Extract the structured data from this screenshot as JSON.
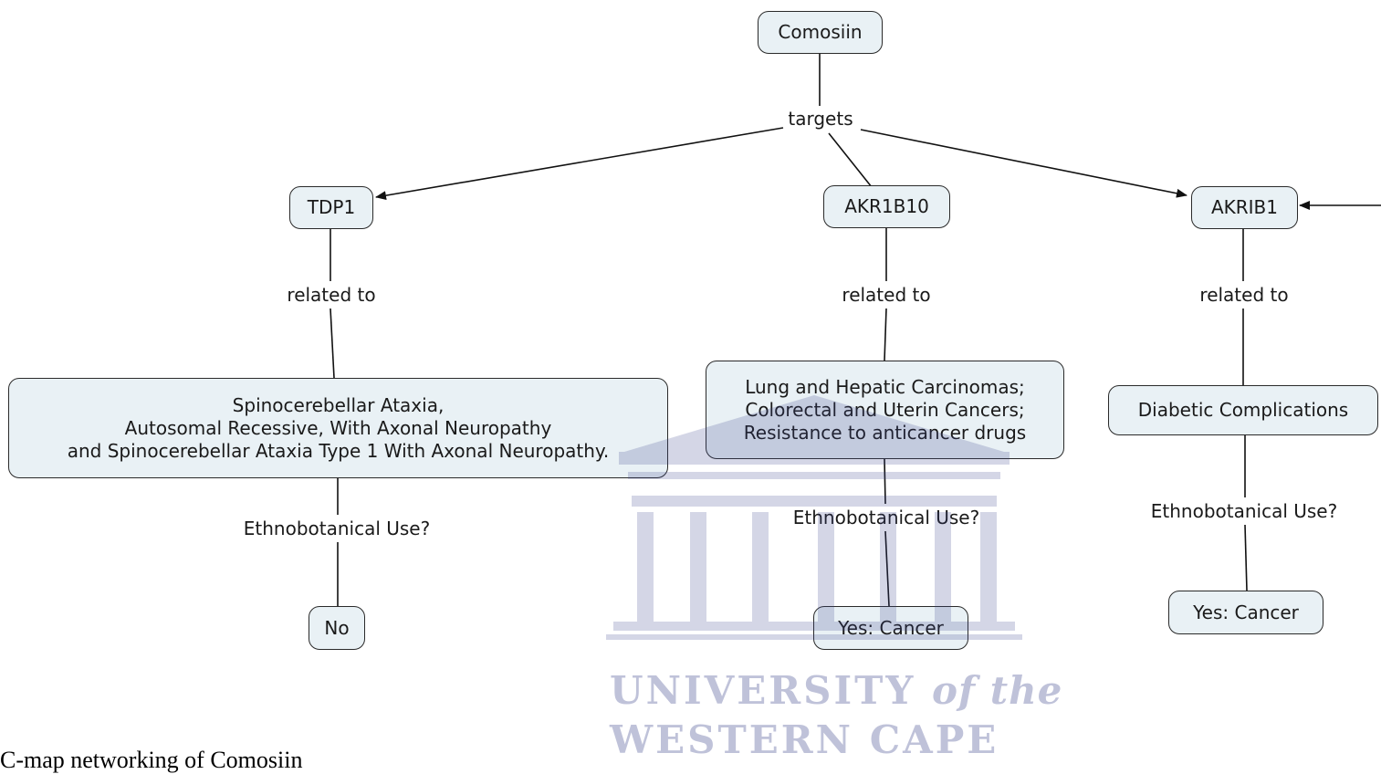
{
  "concepts": {
    "comosiin": "Comosiin",
    "tdp1": "TDP1",
    "akr1b10": "AKR1B10",
    "akrib1": "AKRIB1",
    "spino": "Spinocerebellar Ataxia,\nAutosomal Recessive, With Axonal Neuropathy\nand Spinocerebellar Ataxia Type 1 With Axonal Neuropathy.",
    "lung": "Lung and Hepatic Carcinomas;\nColorectal and Uterin Cancers;\nResistance to anticancer drugs",
    "diabetic": "Diabetic Complications",
    "no": "No",
    "yes_mid": "Yes: Cancer",
    "yes_right": "Yes: Cancer"
  },
  "links": {
    "targets": "targets",
    "related_1": "related to",
    "related_2": "related to",
    "related_3": "related to",
    "ethno_1": "Ethnobotanical Use?",
    "ethno_2": "Ethnobotanical Use?",
    "ethno_3": "Ethnobotanical Use?"
  },
  "watermark": {
    "line1": "UNIVERSITY",
    "line1_suffix": "of the",
    "line2": "WESTERN CAPE"
  },
  "caption": "C-map networking of Comosiin",
  "colors": {
    "node_fill": "#e9f1f5",
    "node_border": "#2a2a2a",
    "line": "#111111",
    "watermark": "#3c468c"
  }
}
